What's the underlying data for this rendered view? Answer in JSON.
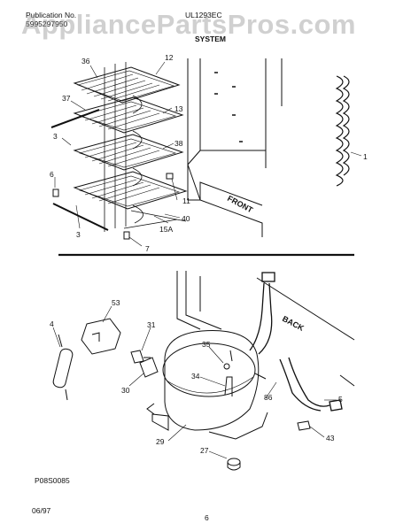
{
  "header": {
    "publication_label": "Publication No.",
    "publication_number": "5995297950",
    "model": "UL1293EC",
    "section": "SYSTEM"
  },
  "watermark": "AppliancePartsPros.com",
  "callouts": {
    "c36": "36",
    "c12": "12",
    "c37": "37",
    "c13": "13",
    "c3a": "3",
    "c38": "38",
    "c6": "6",
    "c11": "11",
    "c40": "40",
    "c3b": "3",
    "c15a": "15A",
    "c7": "7",
    "c1": "1",
    "c53": "53",
    "c31": "31",
    "c4": "4",
    "c35": "35",
    "c30": "30",
    "c34": "34",
    "c86": "86",
    "c5": "5",
    "c29": "29",
    "c43": "43",
    "c27": "27"
  },
  "cabinet_labels": {
    "front": "FRONT",
    "back": "BACK"
  },
  "footer": {
    "diagram_code": "P08S0085",
    "date": "06/97",
    "page": "6"
  }
}
